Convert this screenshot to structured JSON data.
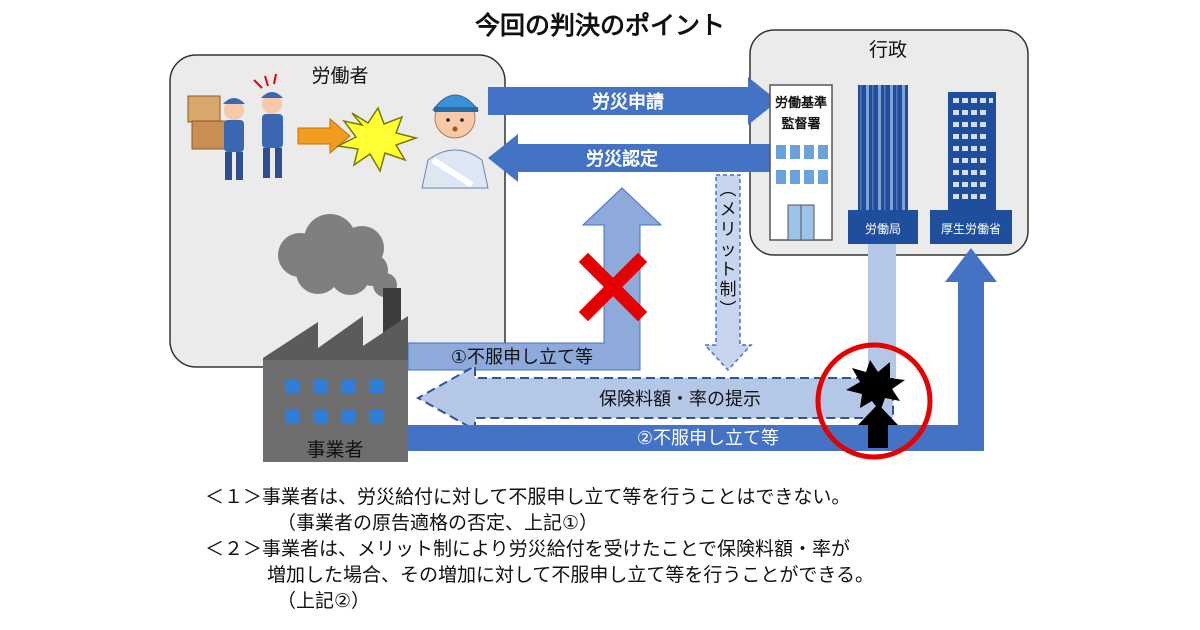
{
  "title": "今回の判決のポイント",
  "groups": {
    "worker": "労働者",
    "government": "行政",
    "employer": "事業者"
  },
  "buildings": {
    "kantokusho": [
      "労働基準",
      "監督署"
    ],
    "roudoukyoku": "労働局",
    "kouseiroudoushou": "厚生労働省"
  },
  "arrows": {
    "application": "労災申請",
    "recognition": "労災認定",
    "merit": "（メリット制）",
    "objection1": "①不服申し立て等",
    "premium": "保険料額・率の提示",
    "objection2": "②不服申し立て等"
  },
  "notes": {
    "line1": "＜１＞事業者は、労災給付に対して不服申し立て等を行うことはできない。",
    "line1_sub": "（事業者の原告適格の否定、上記①）",
    "line2": "＜２＞事業者は、メリット制により労災給付を受けたことで保険料額・率が",
    "line2_cont": "増加した場合、その増加に対して不服申し立て等を行うことができる。",
    "line2_sub": "（上記②）"
  },
  "colors": {
    "dark_blue": "#4472c4",
    "light_blue": "#8eaadb",
    "panel_fill": "#ebebeb",
    "red": "#e60000",
    "burst_yellow": "#ffff33",
    "building_navy": "#1f4e9c"
  }
}
